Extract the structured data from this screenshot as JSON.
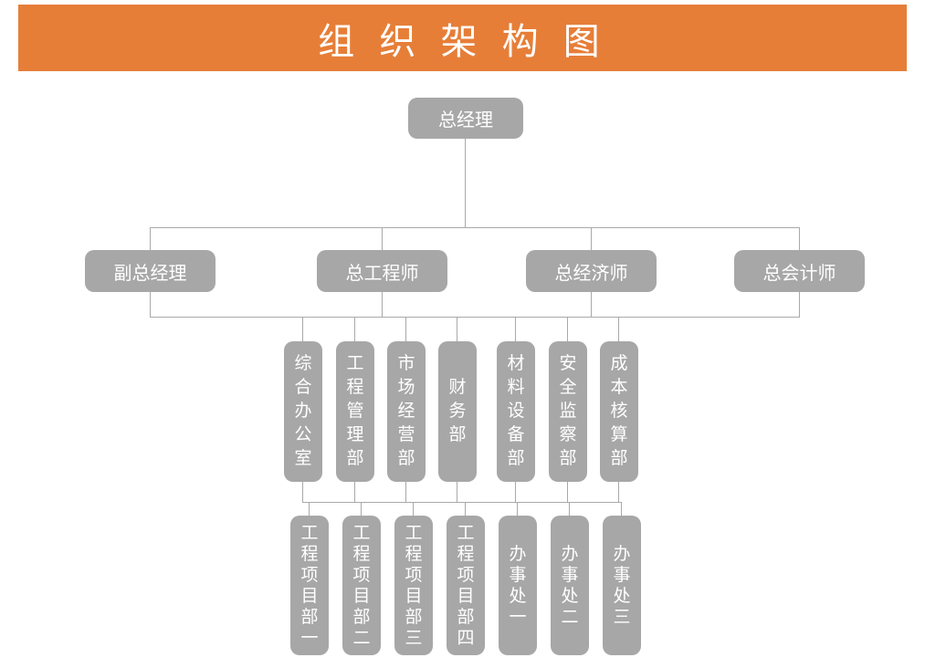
{
  "banner": {
    "title": "组 织 架 构 图",
    "background": "#E67E38",
    "text_color": "#FFFFFF"
  },
  "chart": {
    "box_color": "#A7A7A7",
    "line_color": "#A9A9A9",
    "box_text_color": "#FFFFFF",
    "level1": [
      {
        "label": "总经理"
      }
    ],
    "level2": [
      {
        "label": "副总经理"
      },
      {
        "label": "总工程师"
      },
      {
        "label": "总经济师"
      },
      {
        "label": "总会计师"
      }
    ],
    "level3": [
      {
        "label": "综合办公室"
      },
      {
        "label": "工程管理部"
      },
      {
        "label": "市场经营部"
      },
      {
        "label": "财务部"
      },
      {
        "label": "材料设备部"
      },
      {
        "label": "安全监察部"
      },
      {
        "label": "成本核算部"
      }
    ],
    "level4": [
      {
        "label": "工程项目部一"
      },
      {
        "label": "工程项目部二"
      },
      {
        "label": "工程项目部三"
      },
      {
        "label": "工程项目部四"
      },
      {
        "label": "办事处一"
      },
      {
        "label": "办事处二"
      },
      {
        "label": "办事处三"
      }
    ]
  }
}
